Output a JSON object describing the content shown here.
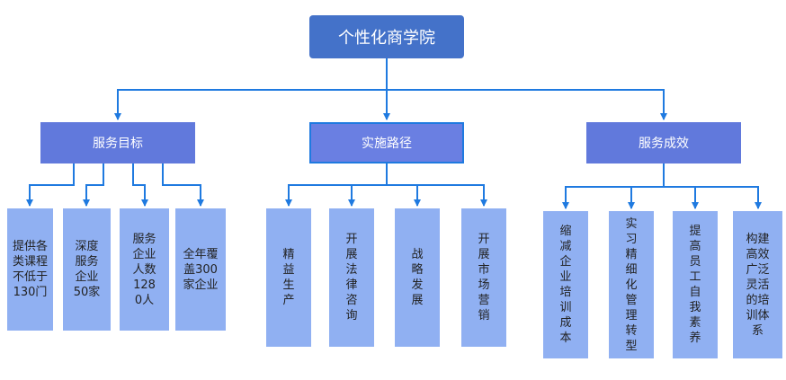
{
  "root": {
    "label": "个性化商学院"
  },
  "branches": [
    {
      "label": "服务目标",
      "leaves": [
        "提供各类课程不低于130门",
        "深度服务企业50家",
        "服务企业人数1280人",
        "全年覆盖300家企业"
      ]
    },
    {
      "label": "实施路径",
      "leaves": [
        "精益生产",
        "开展法律咨询",
        "战略发展",
        "开展市场营销"
      ]
    },
    {
      "label": "服务成效",
      "leaves": [
        "缩减企业培训成本",
        "实习精细化管理转型",
        "提高员工自我素养",
        "构建高效广泛灵活的培训体系"
      ]
    }
  ],
  "colors": {
    "root_fill": "#4472c9",
    "branch_fill": "#6179dc",
    "leaf_fill": "#90b0f2",
    "connector": "#1f7ae0",
    "selected_border": "#1f7ae0"
  }
}
